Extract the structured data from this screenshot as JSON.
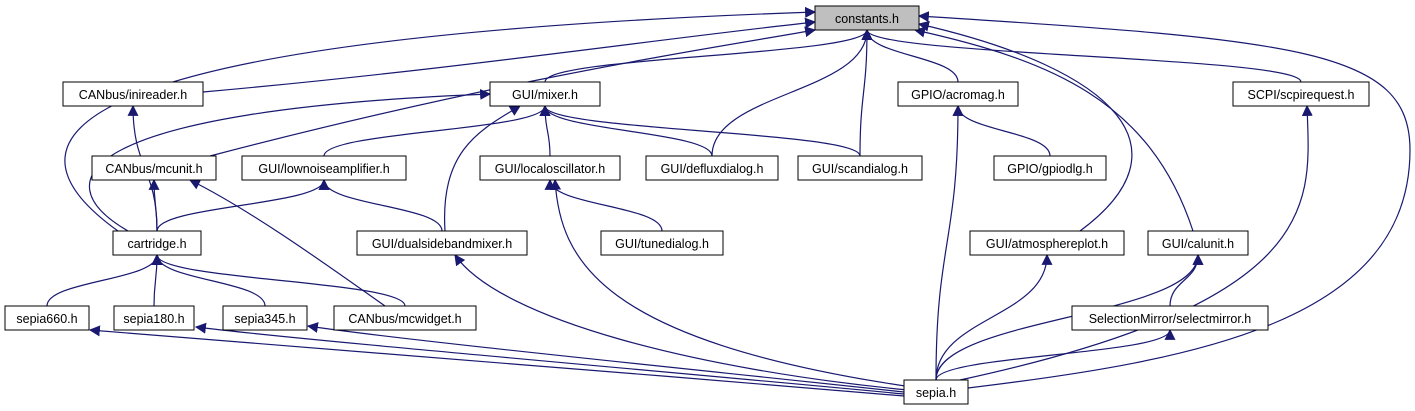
{
  "graph": {
    "colors": {
      "edge": "#191970",
      "node_border": "#000000",
      "node_fill": "#ffffff",
      "root_fill": "#bfbfbf",
      "text": "#000000"
    },
    "nodes": [
      {
        "id": "constants",
        "label": "constants.h",
        "root": true
      },
      {
        "id": "inireader",
        "label": "CANbus/inireader.h"
      },
      {
        "id": "mixer",
        "label": "GUI/mixer.h"
      },
      {
        "id": "acromag",
        "label": "GPIO/acromag.h"
      },
      {
        "id": "scpirequest",
        "label": "SCPI/scpirequest.h"
      },
      {
        "id": "mcunit",
        "label": "CANbus/mcunit.h"
      },
      {
        "id": "lownoise",
        "label": "GUI/lownoiseamplifier.h"
      },
      {
        "id": "localosc",
        "label": "GUI/localoscillator.h"
      },
      {
        "id": "deflux",
        "label": "GUI/defluxdialog.h"
      },
      {
        "id": "scandialog",
        "label": "GUI/scandialog.h"
      },
      {
        "id": "gpiodlg",
        "label": "GPIO/gpiodlg.h"
      },
      {
        "id": "cartridge",
        "label": "cartridge.h"
      },
      {
        "id": "dualsb",
        "label": "GUI/dualsidebandmixer.h"
      },
      {
        "id": "tunedialog",
        "label": "GUI/tunedialog.h"
      },
      {
        "id": "atmosplot",
        "label": "GUI/atmosphereplot.h"
      },
      {
        "id": "calunit",
        "label": "GUI/calunit.h"
      },
      {
        "id": "sepia660",
        "label": "sepia660.h"
      },
      {
        "id": "sepia180",
        "label": "sepia180.h"
      },
      {
        "id": "sepia345",
        "label": "sepia345.h"
      },
      {
        "id": "mcwidget",
        "label": "CANbus/mcwidget.h"
      },
      {
        "id": "selectmirror",
        "label": "SelectionMirror/selectmirror.h"
      },
      {
        "id": "sepia",
        "label": "sepia.h"
      }
    ],
    "edges": [
      {
        "from": "inireader",
        "to": "constants"
      },
      {
        "from": "mixer",
        "to": "constants"
      },
      {
        "from": "acromag",
        "to": "constants"
      },
      {
        "from": "scpirequest",
        "to": "constants"
      },
      {
        "from": "mcunit",
        "to": "constants"
      },
      {
        "from": "deflux",
        "to": "constants"
      },
      {
        "from": "scandialog",
        "to": "constants"
      },
      {
        "from": "cartridge",
        "to": "constants"
      },
      {
        "from": "atmosplot",
        "to": "constants"
      },
      {
        "from": "calunit",
        "to": "constants"
      },
      {
        "from": "sepia",
        "to": "constants"
      },
      {
        "from": "cartridge",
        "to": "inireader"
      },
      {
        "from": "lownoise",
        "to": "mixer"
      },
      {
        "from": "localosc",
        "to": "mixer"
      },
      {
        "from": "deflux",
        "to": "mixer"
      },
      {
        "from": "scandialog",
        "to": "mixer"
      },
      {
        "from": "dualsb",
        "to": "mixer"
      },
      {
        "from": "cartridge",
        "to": "mixer"
      },
      {
        "from": "gpiodlg",
        "to": "acromag"
      },
      {
        "from": "sepia",
        "to": "acromag"
      },
      {
        "from": "sepia",
        "to": "scpirequest"
      },
      {
        "from": "cartridge",
        "to": "mcunit"
      },
      {
        "from": "mcwidget",
        "to": "mcunit"
      },
      {
        "from": "cartridge",
        "to": "lownoise"
      },
      {
        "from": "dualsb",
        "to": "lownoise"
      },
      {
        "from": "tunedialog",
        "to": "localosc"
      },
      {
        "from": "sepia",
        "to": "localosc"
      },
      {
        "from": "sepia660",
        "to": "cartridge"
      },
      {
        "from": "sepia180",
        "to": "cartridge"
      },
      {
        "from": "sepia345",
        "to": "cartridge"
      },
      {
        "from": "mcwidget",
        "to": "cartridge"
      },
      {
        "from": "sepia",
        "to": "dualsb"
      },
      {
        "from": "sepia",
        "to": "atmosplot"
      },
      {
        "from": "selectmirror",
        "to": "calunit"
      },
      {
        "from": "sepia",
        "to": "calunit"
      },
      {
        "from": "sepia",
        "to": "sepia660"
      },
      {
        "from": "sepia",
        "to": "sepia180"
      },
      {
        "from": "sepia",
        "to": "sepia345"
      },
      {
        "from": "sepia",
        "to": "selectmirror"
      }
    ]
  }
}
